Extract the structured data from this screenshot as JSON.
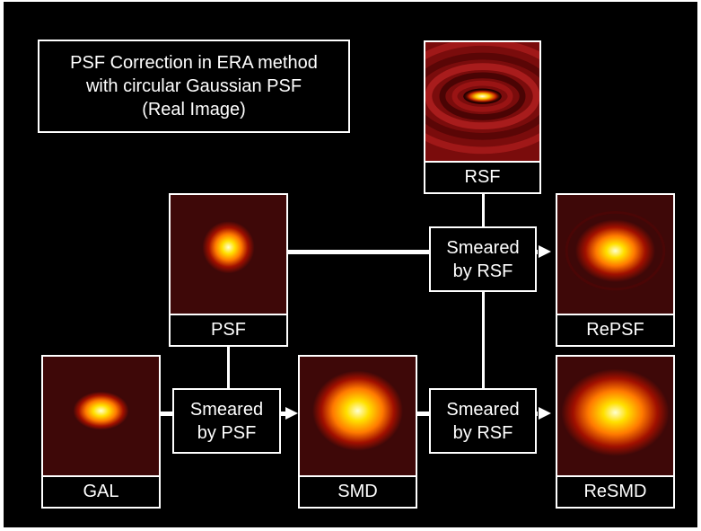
{
  "title": {
    "lines": [
      "PSF Correction in ERA method",
      "with circular Gaussian PSF",
      "(Real Image)"
    ]
  },
  "labels": {
    "rsf": "RSF",
    "psf": "PSF",
    "repsf": "RePSF",
    "gal": "GAL",
    "smd": "SMD",
    "resmd": "ReSMD"
  },
  "operations": {
    "smear_psf_by_rsf": [
      "Smeared",
      "by RSF"
    ],
    "smear_gal_by_psf": [
      "Smeared",
      "by PSF"
    ],
    "smear_smd_by_rsf": [
      "Smeared",
      "by RSF"
    ]
  },
  "colors": {
    "background": "#000000",
    "stroke": "#ffffff",
    "image_core": "#ffffc0",
    "image_mid": "#ffd000",
    "image_edge": "#e06000",
    "image_halo": "#8a0c0c",
    "image_bg": "#3e0808"
  }
}
